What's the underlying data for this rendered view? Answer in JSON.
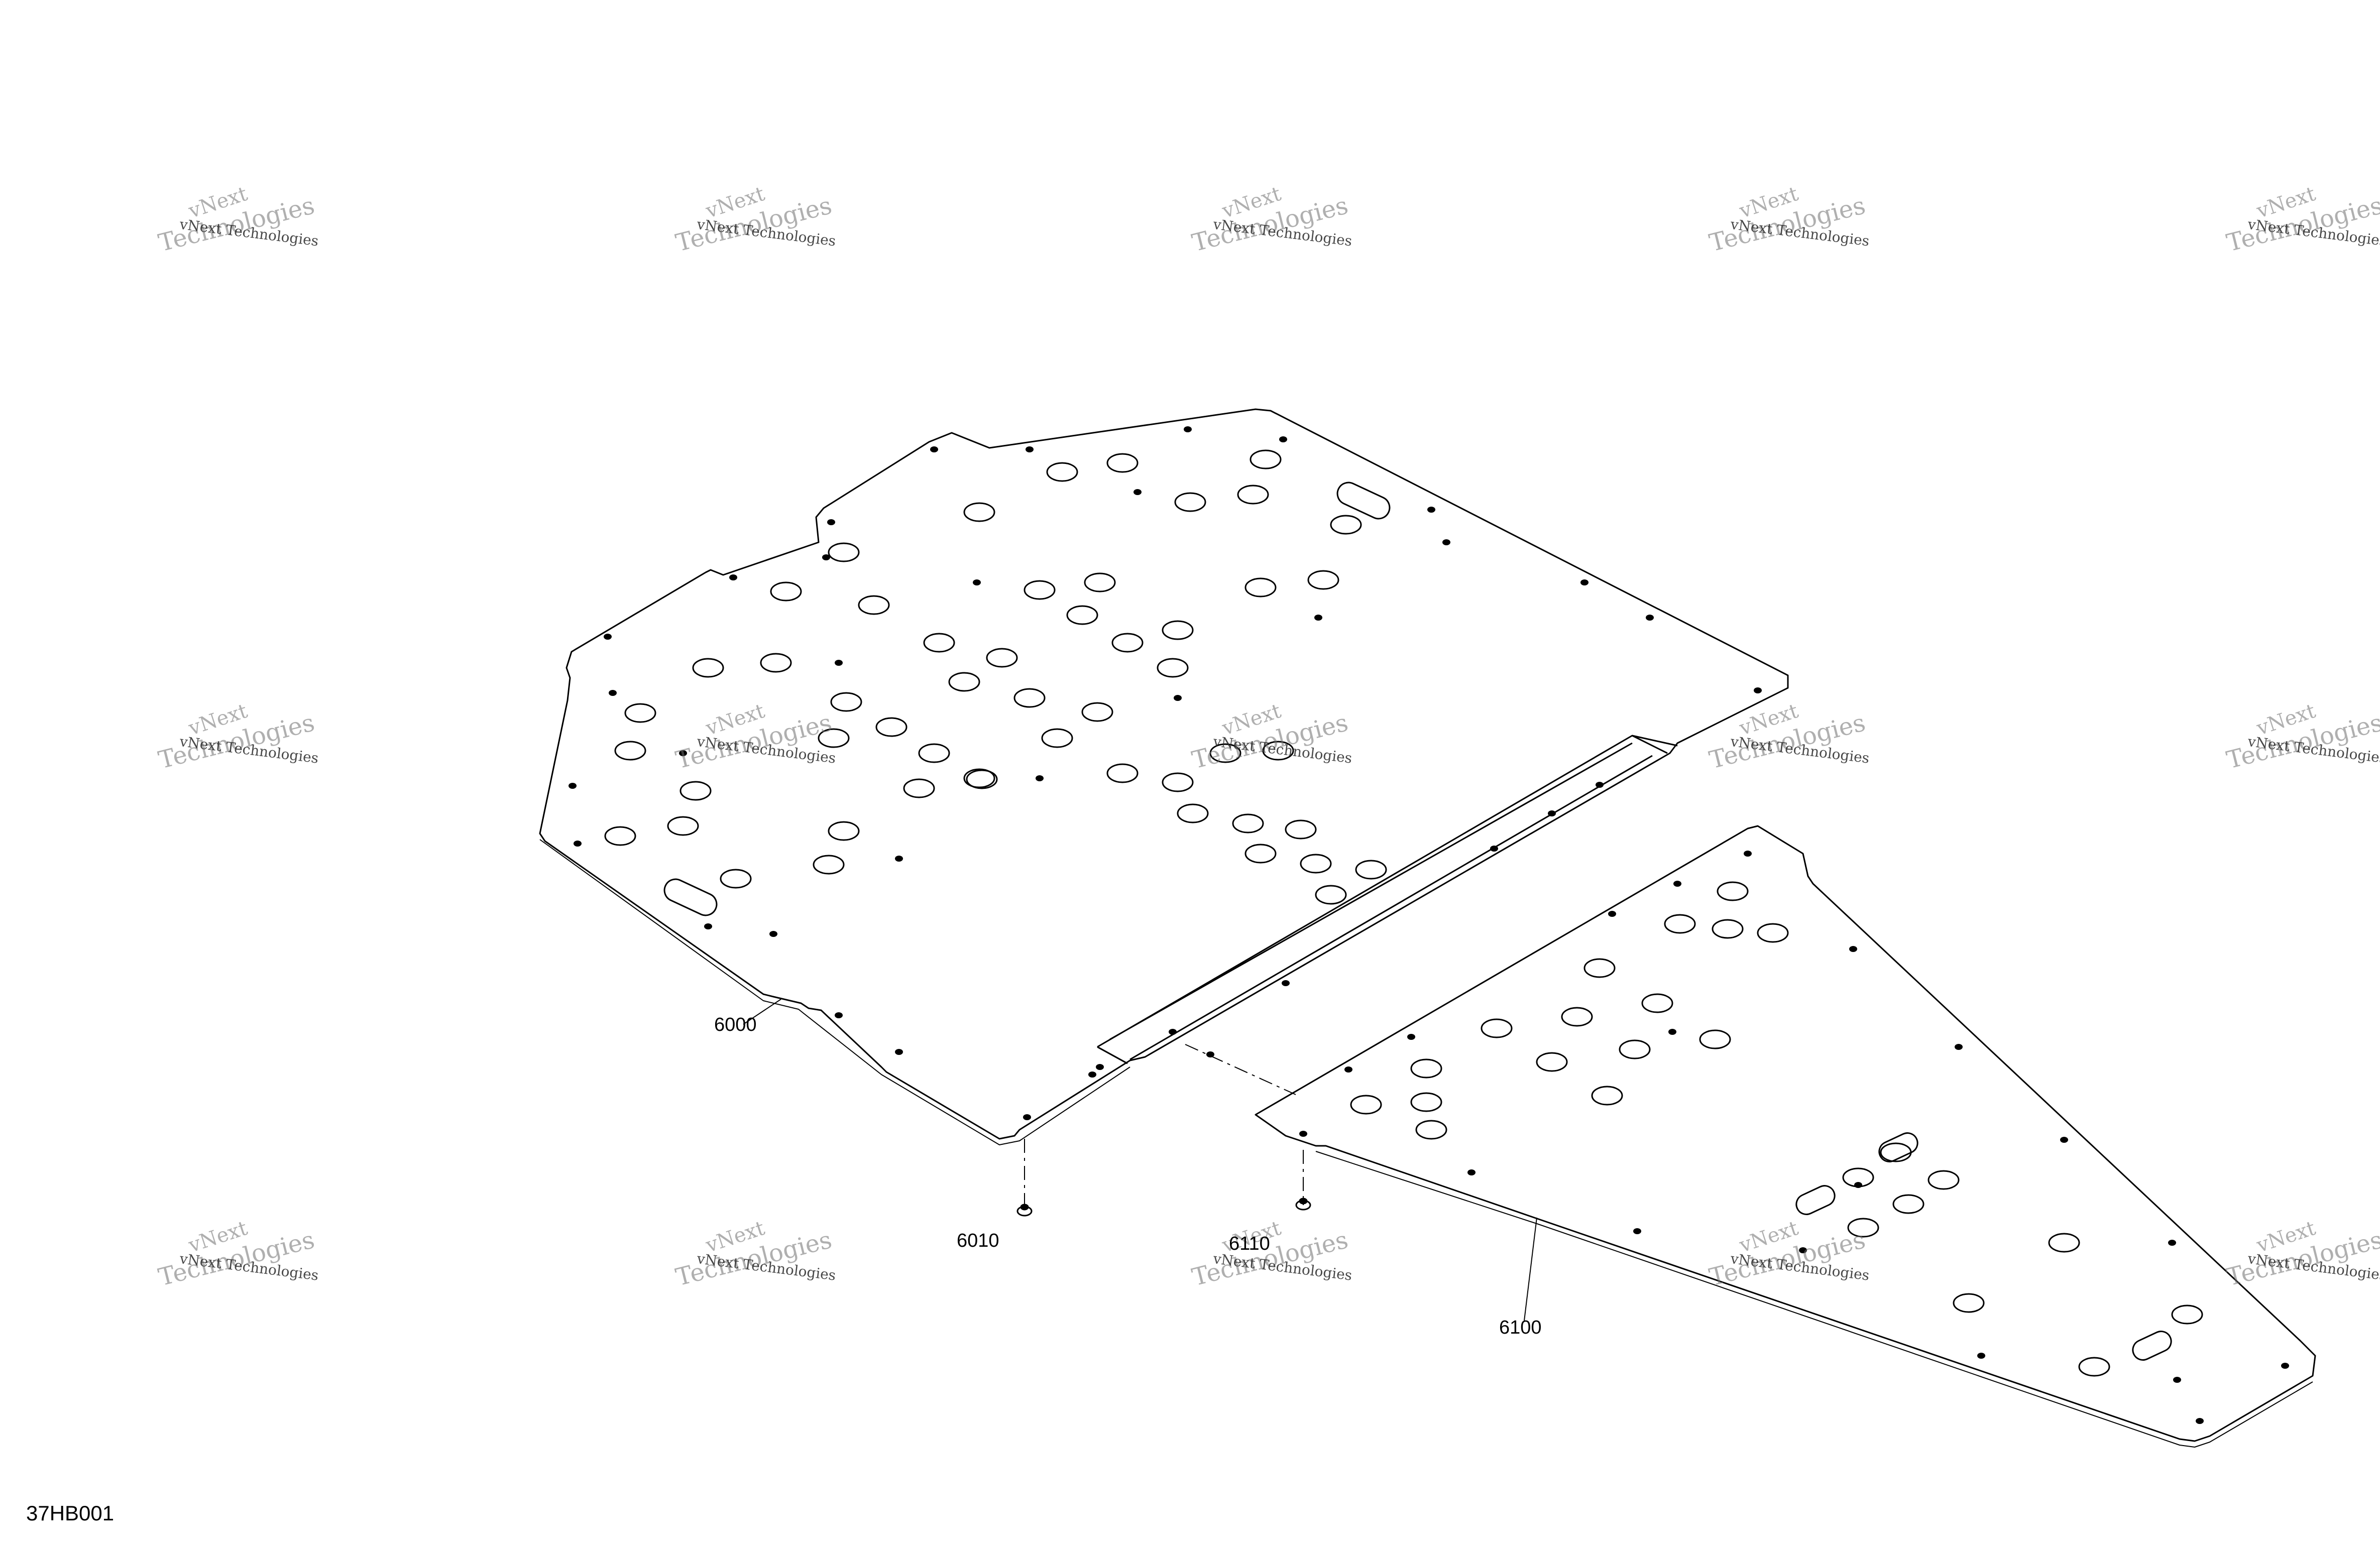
{
  "diagram": {
    "drawing_code": "37HB001",
    "callouts": {
      "front_panel": "6000",
      "front_fastener": "6010",
      "rear_panel": "6100",
      "rear_fastener": "6110"
    },
    "watermark": {
      "line1": "vNext",
      "line2": "Technologies",
      "line3": "vNext Technologies"
    },
    "colors": {
      "line": "#000000",
      "background": "#ffffff",
      "watermark": "#8a8a8a"
    }
  }
}
